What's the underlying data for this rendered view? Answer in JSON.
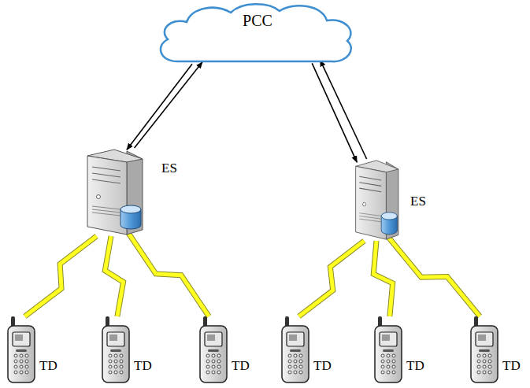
{
  "diagram": {
    "nodes": [
      {
        "text": [
          "PCC"
        ]
      },
      {
        "text": [
          "ES"
        ]
      },
      {
        "text": [
          "ES"
        ]
      },
      {
        "text": [
          "TD"
        ]
      },
      {
        "text": [
          "TD"
        ]
      },
      {
        "text": [
          "TD"
        ]
      },
      {
        "text": [
          "TD"
        ]
      },
      {
        "text": [
          "TD"
        ]
      },
      {
        "text": [
          "TD"
        ]
      }
    ],
    "edges": [
      {
        "from": 1,
        "to": 0,
        "arrow": "to"
      },
      {
        "from": 0,
        "to": 1,
        "arrow": "to"
      },
      {
        "from": 2,
        "to": 0,
        "arrow": "to"
      },
      {
        "from": 0,
        "to": 2,
        "arrow": "to"
      },
      {
        "from": 1,
        "to": 3,
        "arrow": "none"
      },
      {
        "from": 1,
        "to": 4,
        "arrow": "none"
      },
      {
        "from": 1,
        "to": 5,
        "arrow": "none"
      },
      {
        "from": 2,
        "to": 6,
        "arrow": "none"
      },
      {
        "from": 2,
        "to": 7,
        "arrow": "none"
      },
      {
        "from": 2,
        "to": 8,
        "arrow": "none"
      }
    ]
  }
}
